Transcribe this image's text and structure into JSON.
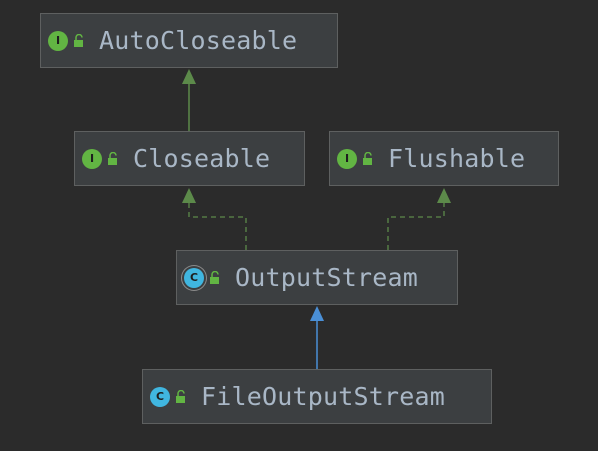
{
  "nodes": {
    "autocloseable": {
      "name": "AutoCloseable",
      "kind": "interface",
      "badge": "I"
    },
    "closeable": {
      "name": "Closeable",
      "kind": "interface",
      "badge": "I"
    },
    "flushable": {
      "name": "Flushable",
      "kind": "interface",
      "badge": "I"
    },
    "outputstream": {
      "name": "OutputStream",
      "kind": "abstract-class",
      "badge": "C"
    },
    "fileoutputstream": {
      "name": "FileOutputStream",
      "kind": "class",
      "badge": "C"
    }
  },
  "edges": [
    {
      "from": "Closeable",
      "to": "AutoCloseable",
      "relation": "extends",
      "style": "solid",
      "color": "#5c8a4a"
    },
    {
      "from": "OutputStream",
      "to": "Closeable",
      "relation": "implements",
      "style": "dashed",
      "color": "#5c8a4a"
    },
    {
      "from": "OutputStream",
      "to": "Flushable",
      "relation": "implements",
      "style": "dashed",
      "color": "#5c8a4a"
    },
    {
      "from": "FileOutputStream",
      "to": "OutputStream",
      "relation": "extends",
      "style": "solid",
      "color": "#4a8fd6"
    }
  ],
  "colors": {
    "background": "#2b2b2b",
    "node_fill": "#3c3f41",
    "node_border": "#5e6060",
    "text": "#a9b7c6",
    "interface_badge": "#62b543",
    "class_badge": "#40b6e0",
    "lock_icon": "#62b543"
  }
}
